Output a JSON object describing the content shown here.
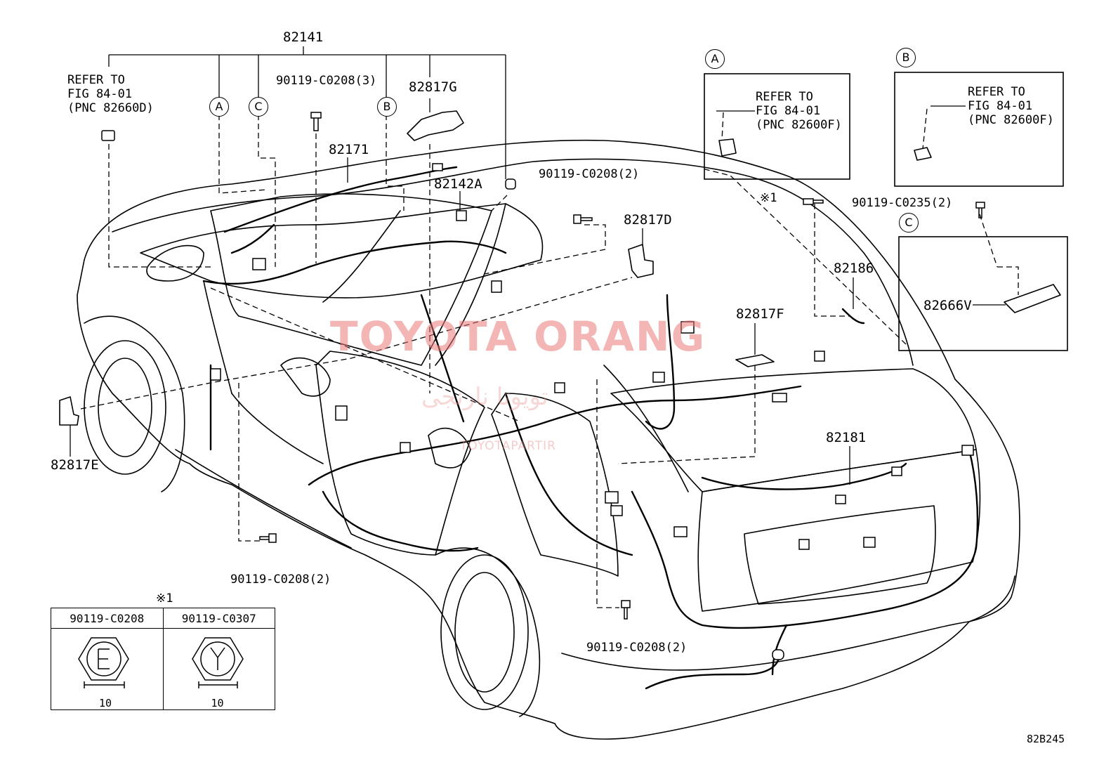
{
  "figure_code": "82B245",
  "watermark": {
    "main": "TOYOTA ORANG",
    "arabic": "تويوتا نارنجی",
    "url": "TOYOTAPARTIR"
  },
  "labels": {
    "p82141": "82141",
    "p82171": "82171",
    "p82817G": "82817G",
    "p82142A": "82142A",
    "p82817D": "82817D",
    "p82817E": "82817E",
    "p82817F": "82817F",
    "p82186": "82186",
    "p82181": "82181",
    "p82666V": "82666V",
    "bolt_3": "90119-C0208(3)",
    "bolt_2_top": "90119-C0208(2)",
    "bolt_2_left": "90119-C0208(2)",
    "bolt_2_bottom": "90119-C0208(2)",
    "bolt_c0235": "90119-C0235(2)",
    "note_mark": "※1",
    "note_mark_legend": "※1",
    "refer_main": "REFER TO\nFIG 84-01\n(PNC 82660D)"
  },
  "callouts": {
    "A": "A",
    "B": "B",
    "C": "C"
  },
  "detail_boxes": {
    "A": {
      "letter": "A",
      "text": "REFER TO\nFIG 84-01\n(PNC 82600F)"
    },
    "B": {
      "letter": "B",
      "text": "REFER TO\nFIG 84-01\n(PNC 82600F)"
    },
    "C": {
      "letter": "C"
    }
  },
  "legend": {
    "columns": [
      "90119-C0208",
      "90119-C0307"
    ],
    "marks": [
      "E",
      "Y"
    ],
    "size": [
      "10",
      "10"
    ]
  }
}
